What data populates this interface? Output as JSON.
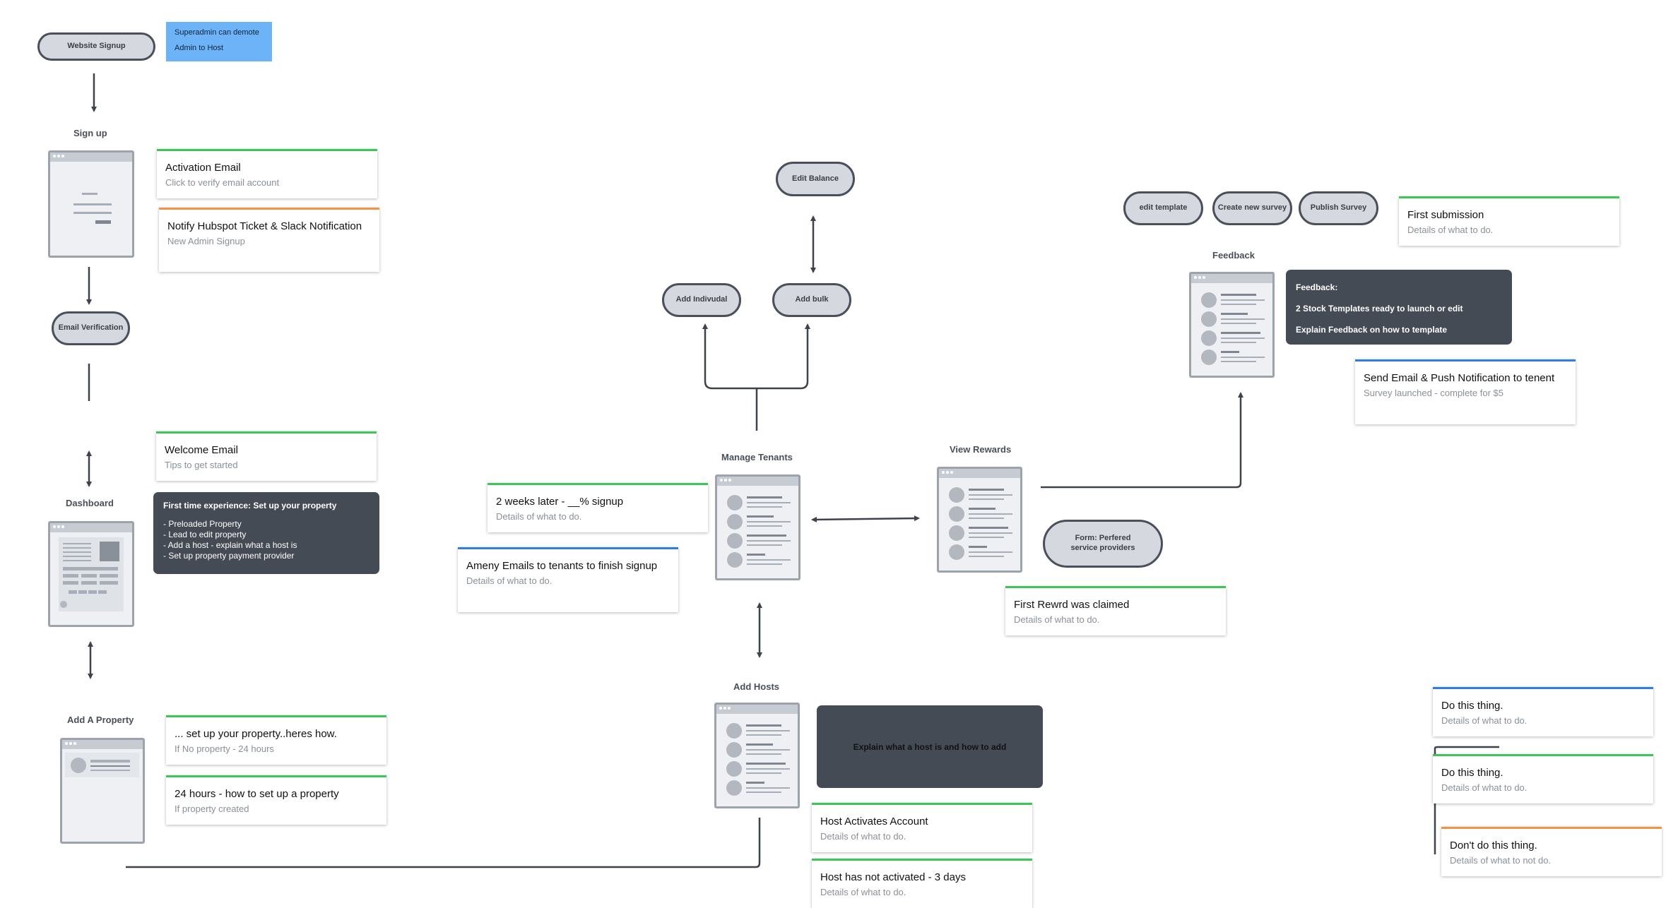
{
  "pills": {
    "website_signup": "Website Signup",
    "email_verification": "Email Verification",
    "edit_balance": "Edit Balance",
    "add_individual": "Add Indivudal",
    "add_bulk": "Add bulk",
    "edit_template": "edit template",
    "create_new_survey": "Create new survey",
    "publish_survey": "Publish Survey",
    "form_preferred": "Form: Perfered service providers"
  },
  "sticky": {
    "line1": "Superadmin can demote",
    "line2": "Admin to Host"
  },
  "labels": {
    "sign_up": "Sign up",
    "dashboard": "Dashboard",
    "add_property": "Add  A Property",
    "manage_tenants": "Manage Tenants",
    "view_rewards": "View Rewards",
    "feedback": "Feedback",
    "add_hosts": "Add Hosts"
  },
  "cards": {
    "activation": {
      "title": "Activation Email",
      "sub": "Click to verify email account"
    },
    "notify": {
      "title": "Notify Hubspot Ticket & Slack Notification",
      "sub": "New Admin Signup"
    },
    "welcome": {
      "title": "Welcome Email",
      "sub": "Tips to get started"
    },
    "setup_property": {
      "title": "... set up your property..heres how.",
      "sub": "If No property - 24 hours"
    },
    "hours24": {
      "title": "24 hours - how to set up a property",
      "sub": "If property created"
    },
    "weeks2": {
      "title": "2 weeks later - __% signup",
      "sub": "Details of what to do."
    },
    "ameny": {
      "title": "Ameny Emails to tenants to finish signup",
      "sub": "Details of what to do."
    },
    "first_reward": {
      "title": "First Rewrd was claimed",
      "sub": "Details of what to do."
    },
    "host_activates": {
      "title": "Host Activates Account",
      "sub": "Details of what to do."
    },
    "host_not_activated": {
      "title": "Host has not activated - 3 days",
      "sub": "Details of what to do."
    },
    "first_submission": {
      "title": "First submission",
      "sub": "Details of what to do."
    },
    "send_email": {
      "title": "Send Email & Push Notification to tenent",
      "sub": "Survey launched - complete for $5"
    },
    "legend_do1": {
      "title": "Do this thing.",
      "sub": "Details of what to do."
    },
    "legend_do2": {
      "title": "Do this thing.",
      "sub": "Details of what to do."
    },
    "legend_dont": {
      "title": "Don't do this thing.",
      "sub": "Details of what to not do."
    }
  },
  "tooltips": {
    "first_time": {
      "heading": "First time experience:  Set up your property",
      "items": [
        "- Preloaded Property",
        "- Lead to edit property",
        "- Add a host - explain what a host is",
        "- Set up property payment provider"
      ]
    },
    "feedback": {
      "heading": "Feedback:",
      "line1": "2 Stock Templates ready to launch or edit",
      "line2": "Explain Feedback on how to template"
    },
    "host": {
      "text": "Explain what a host is and how to add"
    }
  },
  "colors": {
    "green_accent": "#3ec45b",
    "orange_accent": "#f0944a",
    "blue_accent": "#2f7de1",
    "sticky": "#6cb4f7",
    "tooltip": "#454b55",
    "connector": "#3d424b"
  }
}
